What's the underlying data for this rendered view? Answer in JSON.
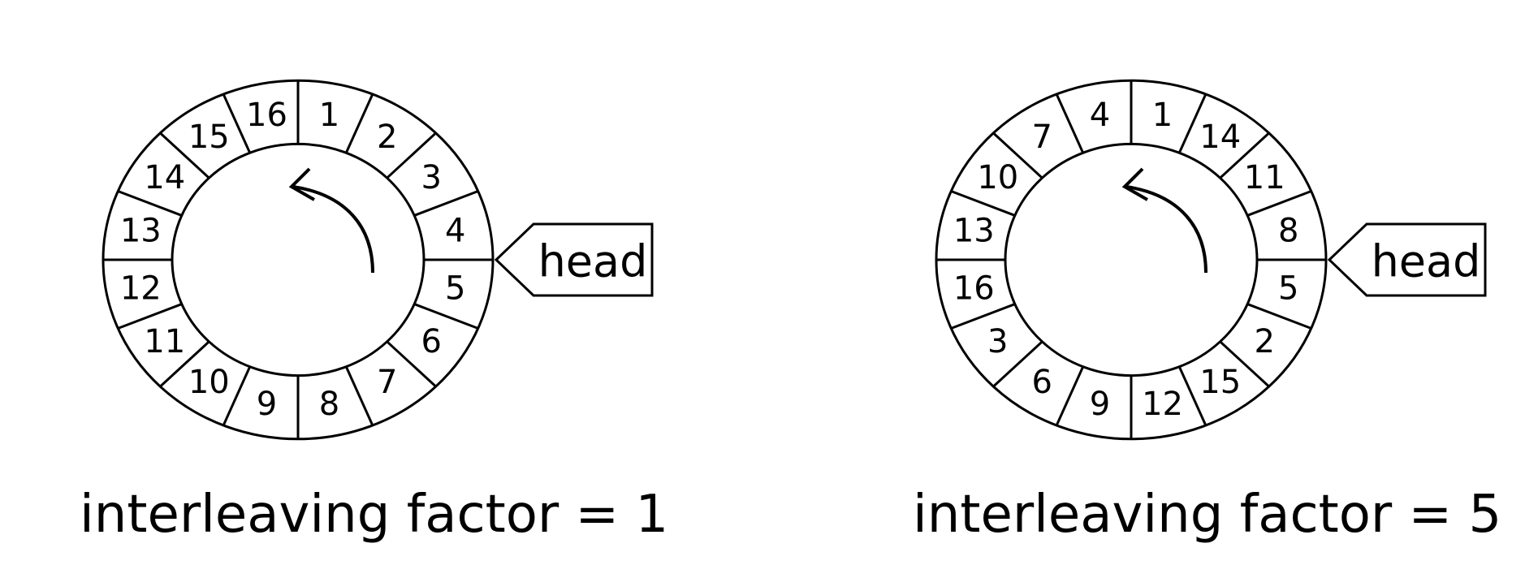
{
  "disks": [
    {
      "name": "left",
      "sector_labels": [
        "1",
        "2",
        "3",
        "4",
        "5",
        "6",
        "7",
        "8",
        "9",
        "10",
        "11",
        "12",
        "13",
        "14",
        "15",
        "16"
      ],
      "head_label": "head",
      "caption": "interleaving factor = 1"
    },
    {
      "name": "right",
      "sector_labels": [
        "1",
        "14",
        "11",
        "8",
        "5",
        "2",
        "15",
        "12",
        "9",
        "6",
        "3",
        "16",
        "13",
        "10",
        "7",
        "4"
      ],
      "head_label": "head",
      "caption": "interleaving factor = 5"
    }
  ]
}
